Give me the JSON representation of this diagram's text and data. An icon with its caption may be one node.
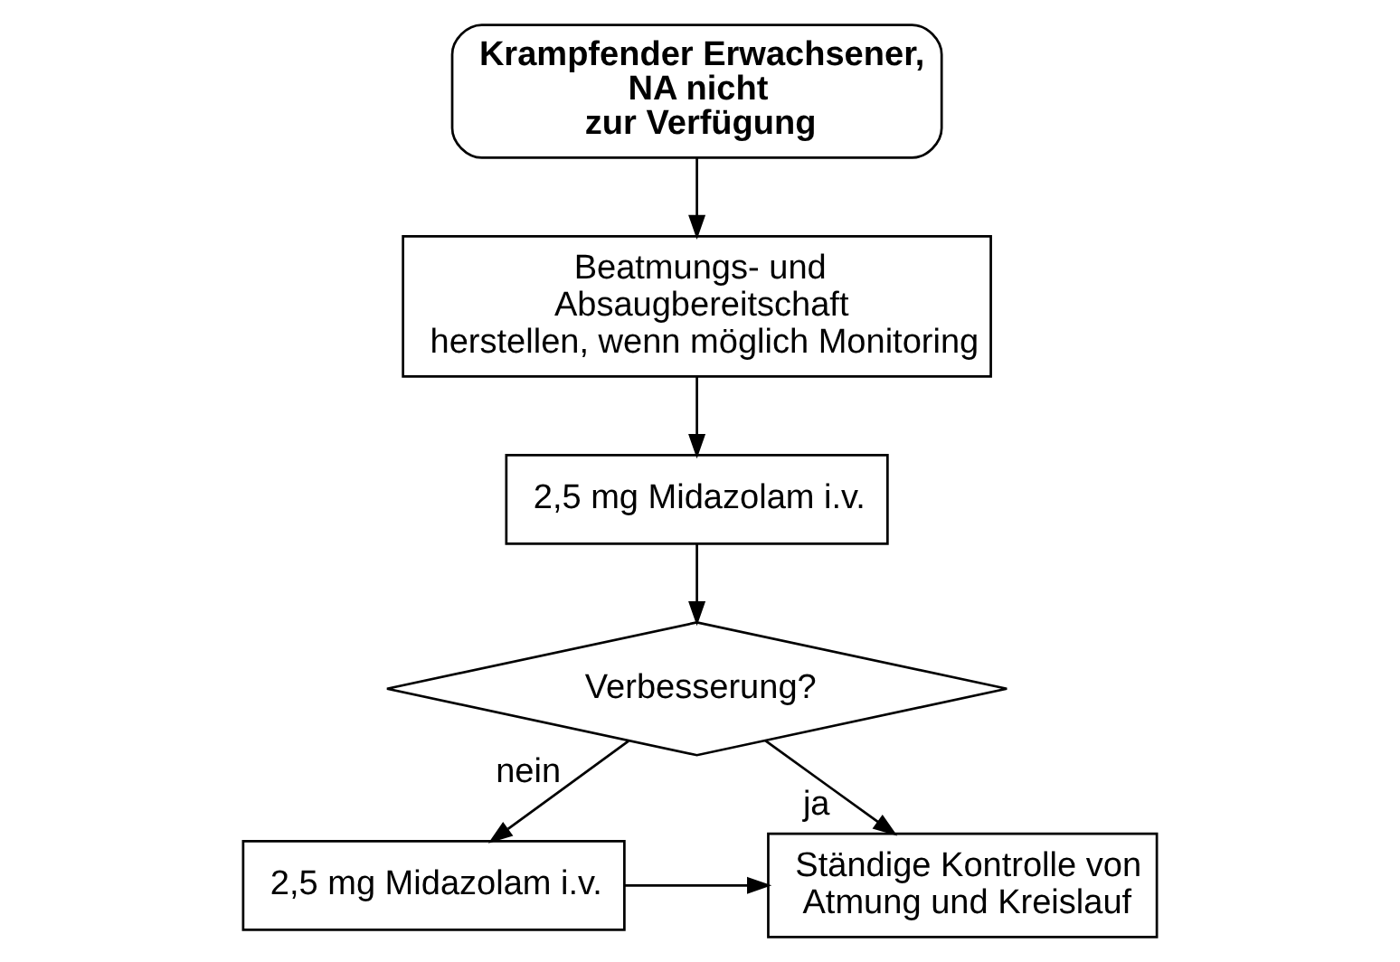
{
  "diagram": {
    "nodes": [
      {
        "text": [
          "Krampfender Erwachsener, NA nicht zur Verfügung"
        ]
      },
      {
        "text": [
          "Beatmungs- und Absaugbereitschaft herstellen, wenn möglich Monitoring"
        ]
      },
      {
        "text": [
          "2,5 mg Midazolam i.v."
        ]
      },
      {
        "text": [
          "Verbesserung?"
        ]
      },
      {
        "text": [
          "2,5 mg Midazolam i.v."
        ]
      },
      {
        "text": [
          "Ständige Kontrolle von Atmung und Kreislauf"
        ]
      }
    ],
    "edges": [
      {
        "from": 0,
        "to": 1,
        "arrow": "to"
      },
      {
        "from": 1,
        "to": 2,
        "arrow": "to"
      },
      {
        "from": 2,
        "to": 3,
        "arrow": "to"
      },
      {
        "from": 3,
        "to": 5,
        "arrow": "to",
        "label": "ja"
      },
      {
        "from": 3,
        "to": 4,
        "arrow": "to",
        "label": "nein"
      },
      {
        "from": 4,
        "to": 5,
        "arrow": "to"
      }
    ]
  }
}
